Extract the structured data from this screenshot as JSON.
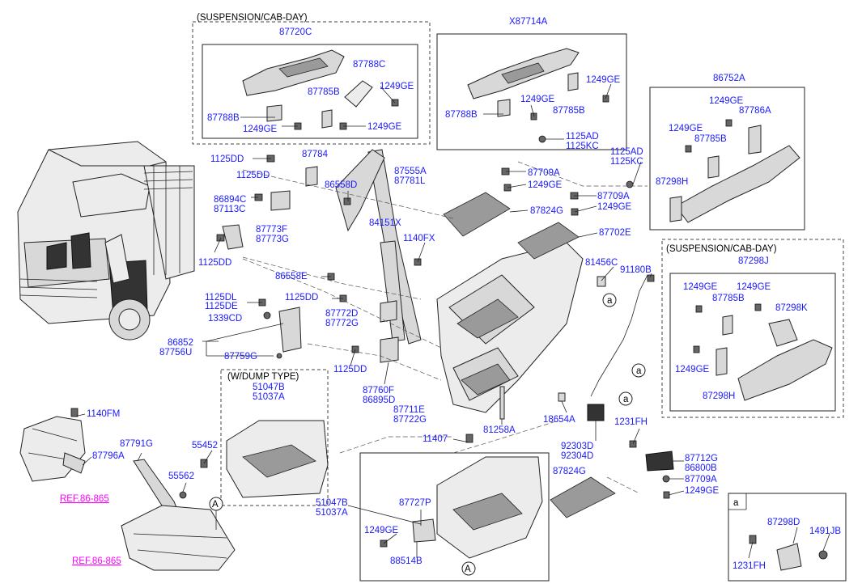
{
  "boxes": {
    "suspension_cab_day_1": "(SUSPENSION/CAB-DAY)",
    "suspension_cab_day_2": "(SUSPENSION/CAB-DAY)",
    "dump_type": "(W/DUMP TYPE)",
    "detail_a": "a"
  },
  "refs": {
    "ref1": "REF.86-865",
    "ref2": "REF.86-865"
  },
  "markers": {
    "A_top": "A",
    "A_bottom": "A",
    "a1": "a",
    "a2": "a",
    "a3": "a"
  },
  "labels": {
    "p87720C": "87720C",
    "p87788C": "87788C",
    "p87785B_1": "87785B",
    "p1249GE_1": "1249GE",
    "p87788B_1": "87788B",
    "p1249GE_2": "1249GE",
    "p1249GE_3": "1249GE",
    "pX87714A": "X87714A",
    "p1249GE_4": "1249GE",
    "p1249GE_5": "1249GE",
    "p87788B_2": "87788B",
    "p87785B_2": "87785B",
    "p1125AD_1": "1125AD",
    "p1125KC_1": "1125KC",
    "p86752A": "86752A",
    "p1249GE_6": "1249GE",
    "p87786A": "87786A",
    "p1249GE_7": "1249GE",
    "p87785B_3": "87785B",
    "p87298H_1": "87298H",
    "p1125AD_2": "1125AD",
    "p1125KC_2": "1125KC",
    "p1125DD_1": "1125DD",
    "p87784": "87784",
    "p1125DD_2": "1125DD",
    "p86558D": "86558D",
    "p86894C": "86894C",
    "p87113C": "87113C",
    "p87773F": "87773F",
    "p87773G": "87773G",
    "p1125DD_3": "1125DD",
    "p87555A": "87555A",
    "p87781L": "87781L",
    "p84151X": "84151X",
    "p1140FX": "1140FX",
    "p87709A_1": "87709A",
    "p1249GE_8": "1249GE",
    "p87709A_2": "87709A",
    "p1249GE_9": "1249GE",
    "p87824G_1": "87824G",
    "p87702E": "87702E",
    "p81456C": "81456C",
    "p91180B": "91180B",
    "p86558E": "86558E",
    "p1125DL": "1125DL",
    "p1125DE": "1125DE",
    "p1125DD_4": "1125DD",
    "p1339CD": "1339CD",
    "p87772D": "87772D",
    "p87772G": "87772G",
    "p86852": "86852",
    "p87756U": "87756U",
    "p87759G": "87759G",
    "p1125DD_5": "1125DD",
    "p87760F": "87760F",
    "p86895D": "86895D",
    "p87711E": "87711E",
    "p87722G": "87722G",
    "p81258A": "81258A",
    "p18654A": "18654A",
    "p51047B_1": "51047B",
    "p51037A_1": "51037A",
    "p1140FM": "1140FM",
    "p87791G": "87791G",
    "p87796A": "87796A",
    "p55452": "55452",
    "p55562": "55562",
    "p11407": "11407",
    "p92303D": "92303D",
    "p92304D": "92304D",
    "p87824G_2": "87824G",
    "p1231FH_1": "1231FH",
    "p87712G": "87712G",
    "p86800B": "86800B",
    "p87709A_3": "87709A",
    "p1249GE_10": "1249GE",
    "p51047B_2": "51047B",
    "p51037A_2": "51037A",
    "p87727P": "87727P",
    "p1249GE_11": "1249GE",
    "p88514B": "88514B",
    "p87298J": "87298J",
    "p1249GE_12": "1249GE",
    "p1249GE_13": "1249GE",
    "p87785B_4": "87785B",
    "p87298K": "87298K",
    "p1249GE_14": "1249GE",
    "p87298H_2": "87298H",
    "p87298D": "87298D",
    "p1491JB": "1491JB",
    "p1231FH_2": "1231FH"
  }
}
